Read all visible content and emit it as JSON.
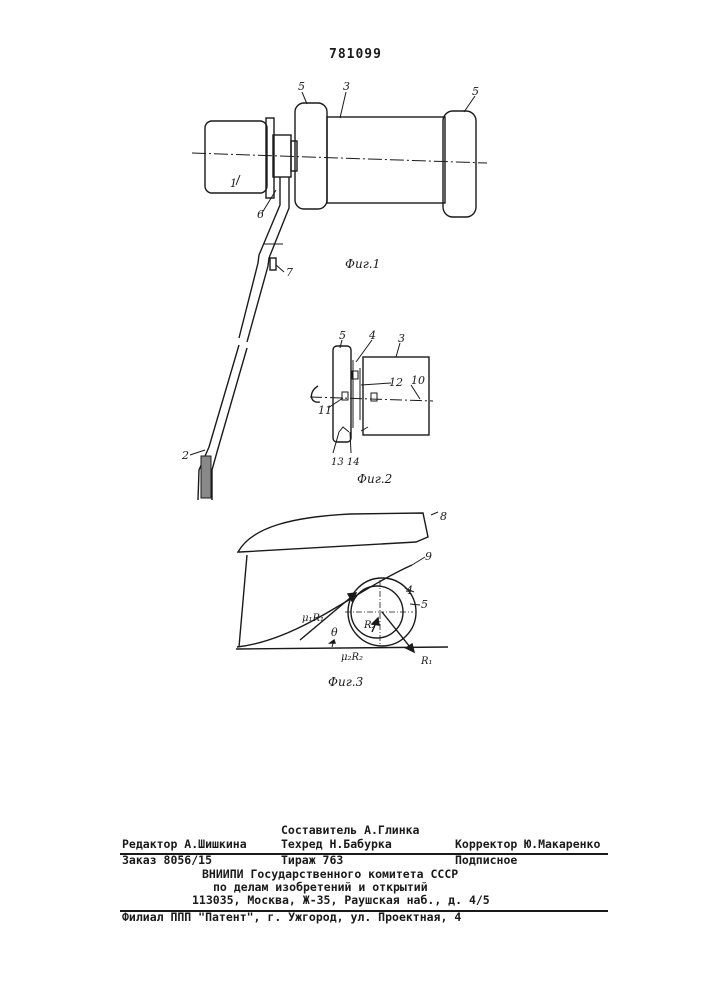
{
  "header": {
    "patent_number": "781099"
  },
  "figures": {
    "fig1": {
      "caption": "Фиг.1",
      "labels": {
        "l1": "1",
        "l2": "2",
        "l3": "3",
        "l5a": "5",
        "l5b": "5",
        "l6": "6",
        "l7": "7"
      }
    },
    "fig2": {
      "caption": "Фиг.2",
      "labels": {
        "l5": "5",
        "l4": "4",
        "l3": "3",
        "l12": "12",
        "l10": "10",
        "l11": "11",
        "l13_14": "13 14"
      }
    },
    "fig3": {
      "caption": "Фиг.3",
      "labels": {
        "l8": "8",
        "l9": "9",
        "l4": "4",
        "l5": "5",
        "mu1r1": "μ₁R₁",
        "theta": "θ",
        "r2": "R₂",
        "mu2r2": "μ₂R₂",
        "r1": "R₁"
      }
    }
  },
  "footer": {
    "compiler": "Составитель А.Глинка",
    "editor": "Редактор А.Шишкина",
    "techred": "Техред Н.Бабурка",
    "corrector": "Корректор Ю.Макаренко",
    "order": "Заказ 8056/15",
    "circulation": "Тираж 763",
    "subscription": "Подписное",
    "org_line1": "ВНИИПИ Государственного комитета СССР",
    "org_line2": "по делам изобретений и открытий",
    "org_line3": "113035, Москва, Ж-35, Раушская наб., д. 4/5",
    "branch": "Филиал ППП \"Патент\", г. Ужгород, ул. Проектная, 4"
  }
}
